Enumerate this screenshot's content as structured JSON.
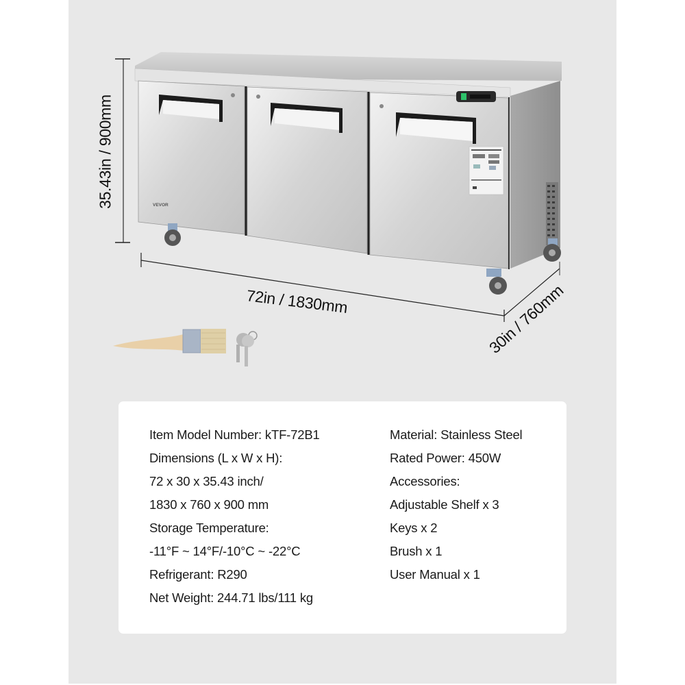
{
  "product": {
    "brand_label": "VEVOR",
    "illustration": "three-door-undercounter-freezer",
    "colors": {
      "background_panel": "#e8e8e8",
      "card": "#ffffff",
      "text": "#1a1a1a",
      "indicator_light": "#2ec26a"
    }
  },
  "dimensions": {
    "height_label": "35.43in / 900mm",
    "length_label": "72in / 1830mm",
    "depth_label": "30in / 760mm"
  },
  "accessories_images": [
    {
      "name": "brush-icon"
    },
    {
      "name": "keys-icon"
    }
  ],
  "specs": {
    "left": [
      "Item Model Number: kTF-72B1",
      "Dimensions (L x W x H):",
      "72 x 30 x 35.43 inch/",
      "1830 x 760 x 900 mm",
      "Storage Temperature:",
      "-11°F ~ 14°F/-10°C ~ -22°C",
      "Refrigerant: R290",
      "Net Weight: 244.71 lbs/111 kg"
    ],
    "right": [
      "Material: Stainless Steel",
      "Rated Power: 450W",
      "Accessories:",
      "Adjustable Shelf x 3",
      "Keys x 2",
      "Brush x 1",
      "User Manual x 1"
    ]
  }
}
